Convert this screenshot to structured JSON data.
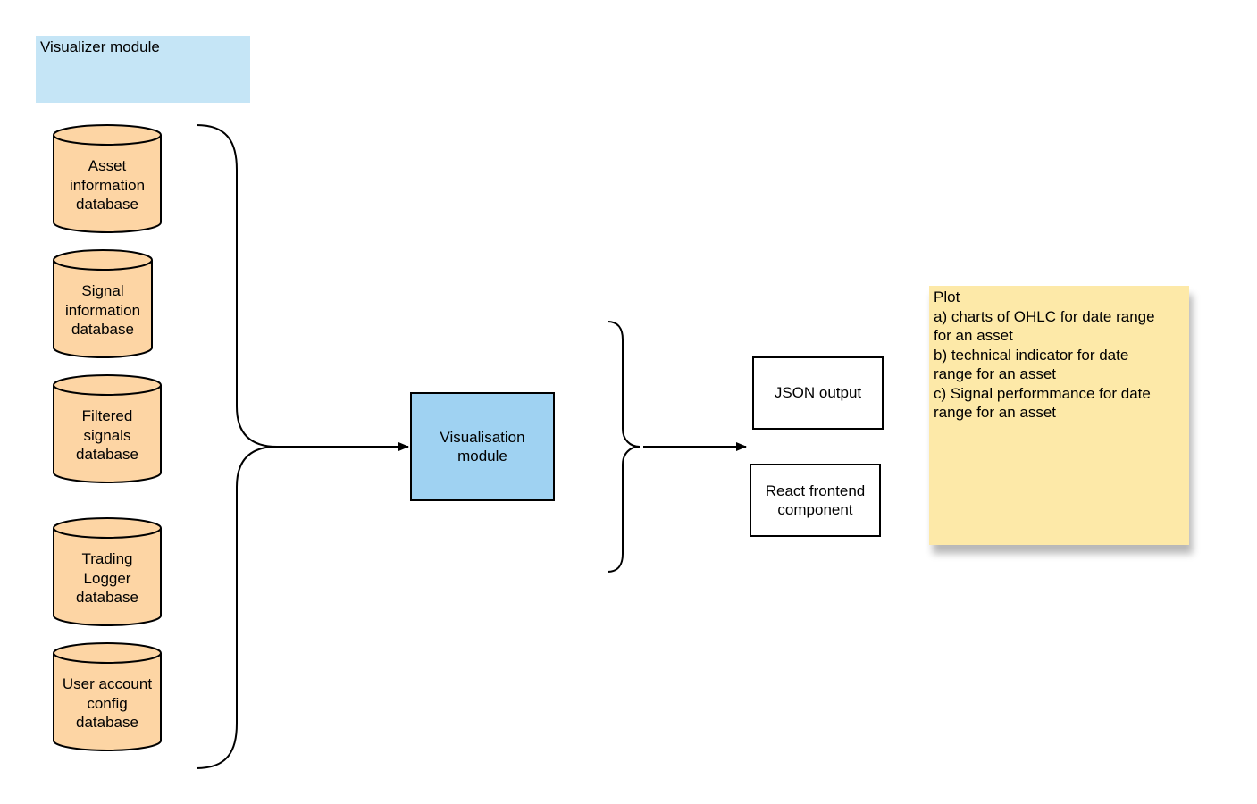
{
  "title": "Visualizer module",
  "databases": [
    {
      "lines": [
        "Asset",
        "information",
        "database"
      ]
    },
    {
      "lines": [
        "Signal",
        "information",
        "database"
      ]
    },
    {
      "lines": [
        "Filtered",
        "signals",
        "database"
      ]
    },
    {
      "lines": [
        "Trading",
        "Logger",
        "database"
      ]
    },
    {
      "lines": [
        "User account",
        "config",
        "database"
      ]
    }
  ],
  "module": {
    "lines": [
      "Visualisation",
      "module"
    ]
  },
  "outputs": [
    {
      "lines": [
        "JSON output"
      ]
    },
    {
      "lines": [
        "React frontend",
        "component"
      ]
    }
  ],
  "note": {
    "lines": [
      "Plot",
      "a) charts of OHLC for date range",
      "for an asset",
      "b) technical indicator for date",
      "range for an asset",
      "c) Signal performmance for date",
      "range for an asset"
    ]
  },
  "colors": {
    "title_fill": "#c5e5f6",
    "database_fill": "#fdd5a4",
    "module_fill": "#9fd2f2",
    "note_fill": "#fde9a8",
    "stroke": "#000000"
  }
}
